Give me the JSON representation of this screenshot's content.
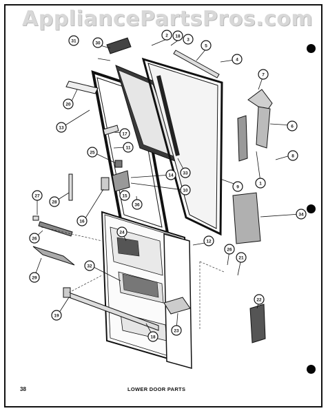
{
  "watermark": "AppliancePartsPros.com",
  "footer": {
    "page_number": "38",
    "title": "LOWER DOOR PARTS"
  },
  "callouts": [
    {
      "id": "c30",
      "label": "30"
    },
    {
      "id": "c31",
      "label": "31"
    },
    {
      "id": "c2",
      "label": "2"
    },
    {
      "id": "c18a",
      "label": "18"
    },
    {
      "id": "c3",
      "label": "3"
    },
    {
      "id": "c5",
      "label": "5"
    },
    {
      "id": "c4",
      "label": "4"
    },
    {
      "id": "c20",
      "label": "20"
    },
    {
      "id": "c7",
      "label": "7"
    },
    {
      "id": "c13",
      "label": "13"
    },
    {
      "id": "c6",
      "label": "6"
    },
    {
      "id": "c17",
      "label": "17"
    },
    {
      "id": "c11",
      "label": "11"
    },
    {
      "id": "c8",
      "label": "8"
    },
    {
      "id": "c25",
      "label": "25"
    },
    {
      "id": "c33",
      "label": "33"
    },
    {
      "id": "c1",
      "label": "1"
    },
    {
      "id": "c14",
      "label": "14"
    },
    {
      "id": "c9",
      "label": "9"
    },
    {
      "id": "c10",
      "label": "10"
    },
    {
      "id": "c27",
      "label": "27"
    },
    {
      "id": "c28",
      "label": "28"
    },
    {
      "id": "c15",
      "label": "15"
    },
    {
      "id": "c36",
      "label": "36"
    },
    {
      "id": "c16",
      "label": "16"
    },
    {
      "id": "c34",
      "label": "34"
    },
    {
      "id": "c24",
      "label": "24"
    },
    {
      "id": "c26a",
      "label": "26"
    },
    {
      "id": "c12",
      "label": "12"
    },
    {
      "id": "c26b",
      "label": "26"
    },
    {
      "id": "c21",
      "label": "21"
    },
    {
      "id": "c29",
      "label": "29"
    },
    {
      "id": "c32",
      "label": "32"
    },
    {
      "id": "c22",
      "label": "22"
    },
    {
      "id": "c19",
      "label": "19"
    },
    {
      "id": "c18b",
      "label": "18"
    },
    {
      "id": "c23",
      "label": "23"
    }
  ]
}
